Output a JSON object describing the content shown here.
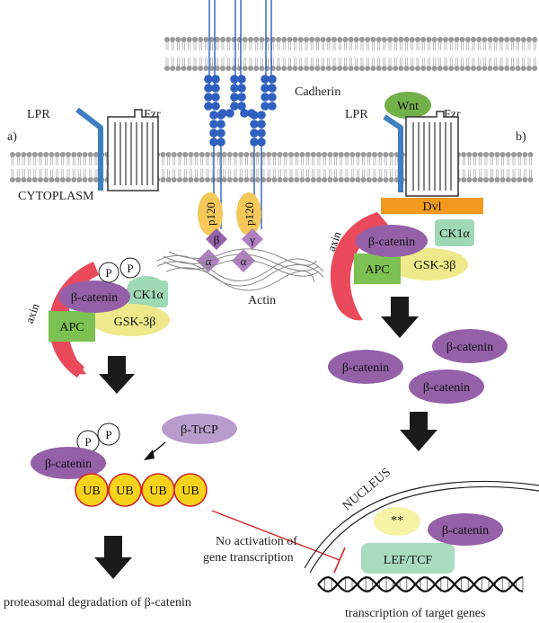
{
  "labels": {
    "panel_a": "a)",
    "panel_b": "b)",
    "cytoplasm": "CYTOPLASM",
    "cadherin": "Cadherin",
    "actin": "Actin",
    "nucleus": "NUCLEUS",
    "lpr_a": "LPR",
    "fzr_a": "Fzr",
    "lpr_b": "LPR",
    "fzr_b": "Fzr",
    "wnt": "Wnt",
    "dvl": "Dvl",
    "axin": "axin",
    "beta_catenin": "β-catenin",
    "ck1a": "CK1α",
    "apc": "APC",
    "gsk3b": "GSK-3β",
    "p": "P",
    "p120": "p120",
    "beta": "β",
    "gamma": "γ",
    "alpha": "α",
    "btrcp": "β-TrCP",
    "ub": "UB",
    "star": "**",
    "lef_tcf": "LEF/TCF",
    "no_activation_line1": "No activation of",
    "no_activation_line2": "gene transcription",
    "degradation": "proteasomal degradation of β-catenin",
    "transcription": "transcription of target genes"
  },
  "colors": {
    "membrane_head": "#9a9a9a",
    "lpr": "#3d7fc1",
    "cadherin": "#2f5fbf",
    "beta_catenin": "#9460a8",
    "ck1a": "#9fd8b4",
    "apc": "#7cc152",
    "gsk3b": "#eee98a",
    "axin": "#e9495a",
    "p120": "#f5c85a",
    "adaptor": "#b180c1",
    "wnt": "#72b04a",
    "dvl": "#f39a1e",
    "btrcp": "#b79ccc",
    "ub_fill": "#f7d21a",
    "ub_border": "#d2232a",
    "lef_tcf": "#a9dcbf",
    "arrow": "#1a1a1a",
    "inhibit": "#d2232a"
  }
}
